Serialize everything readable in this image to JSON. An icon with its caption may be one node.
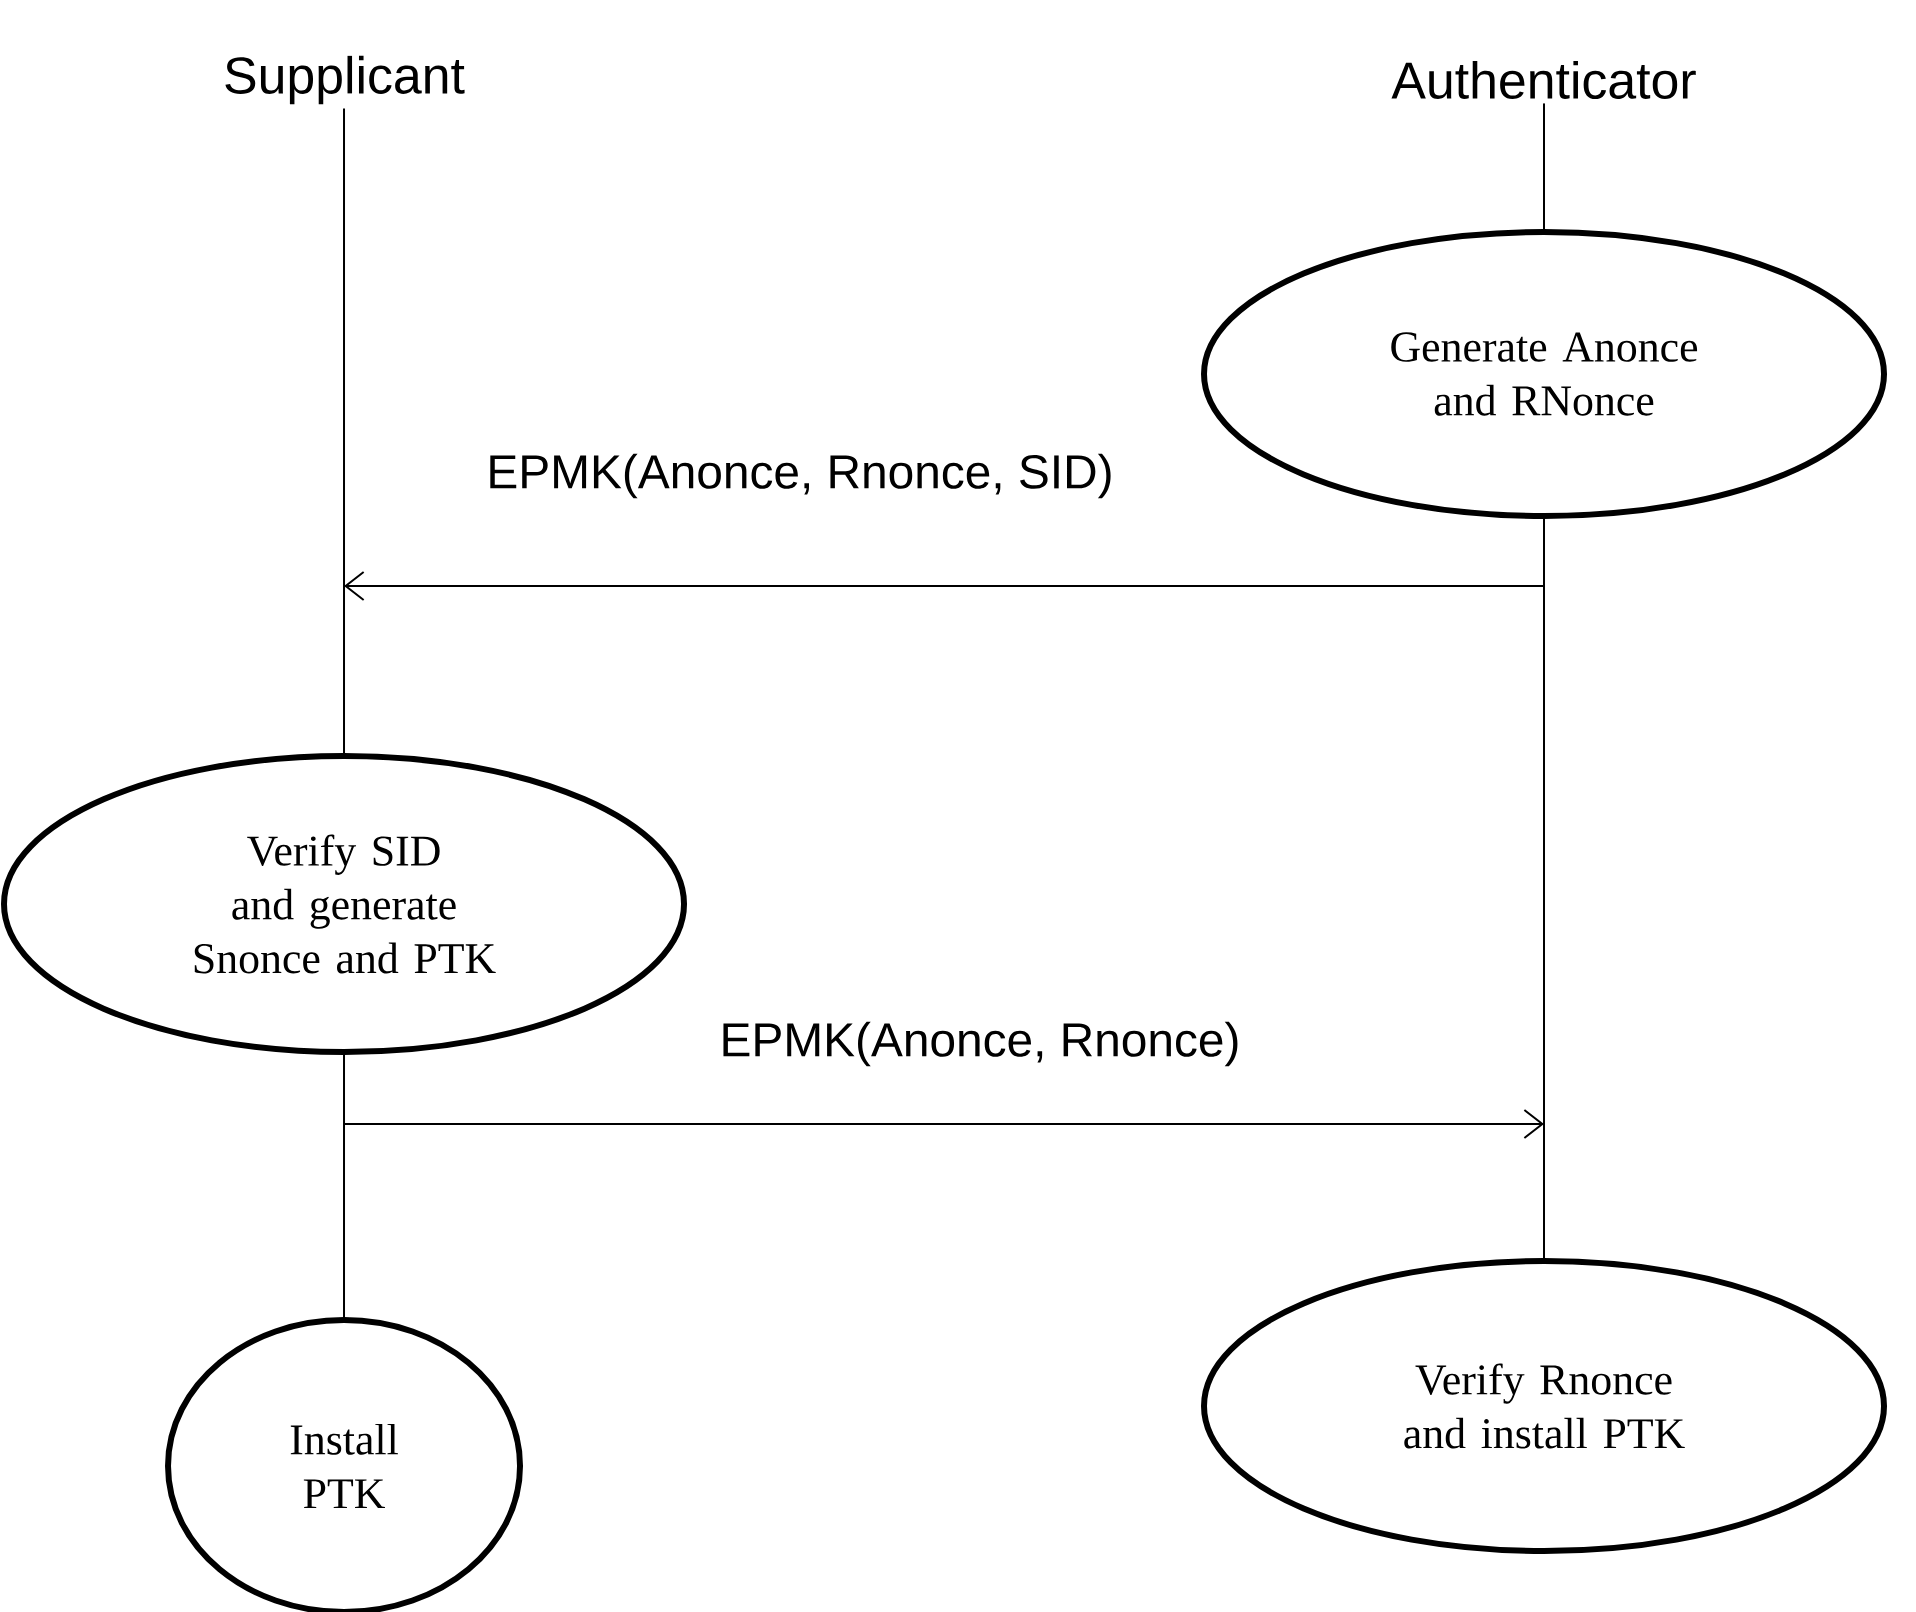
{
  "diagram": {
    "nodes": [
      {
        "text": [
          "Supplicant"
        ]
      },
      {
        "text": [
          "Authenticator"
        ]
      },
      {
        "text": [
          "Generate Anonce and RNonce"
        ]
      },
      {
        "text": [
          "Verify SID and generate Snonce and PTK"
        ]
      },
      {
        "text": [
          "Install PTK"
        ]
      },
      {
        "text": [
          "Verify Rnonce and install PTK"
        ]
      }
    ],
    "edges": [
      {
        "from": 0,
        "to": 3,
        "arrow": "none"
      },
      {
        "from": 3,
        "to": 4,
        "arrow": "none"
      },
      {
        "from": 1,
        "to": 2,
        "arrow": "none"
      },
      {
        "from": 2,
        "to": 5,
        "arrow": "none"
      },
      {
        "from": 2,
        "to": null,
        "arrow": "to",
        "label": "EPMK(Anonce, Rnonce, SID)"
      },
      {
        "from": 3,
        "to": 5,
        "arrow": "to",
        "label": "EPMK(Anonce, Rnonce)"
      }
    ]
  }
}
